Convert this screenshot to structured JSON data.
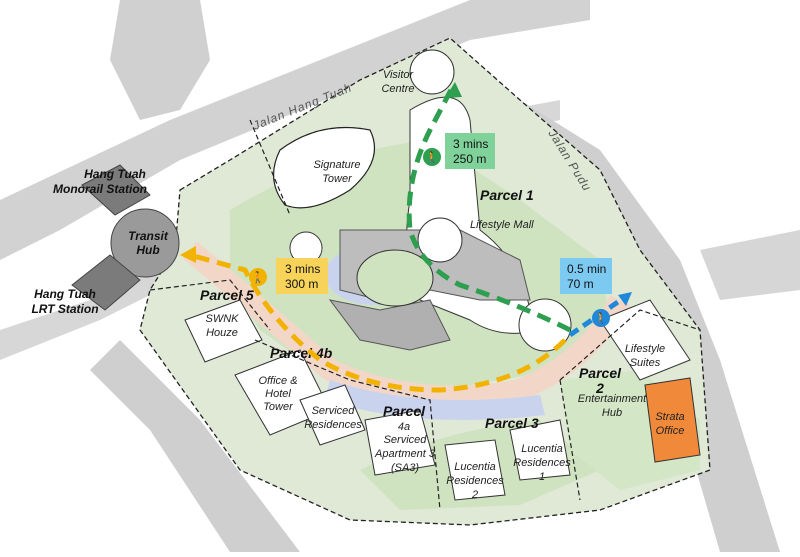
{
  "roads": {
    "jalan_hang_tuah": "Jalan Hang Tuah",
    "jalan_pudu": "Jalan Pudu"
  },
  "stations": {
    "monorail_line1": "Hang Tuah",
    "monorail_line2": "Monorail Station",
    "lrt_line1": "Hang Tuah",
    "lrt_line2": "LRT Station",
    "transit_hub_line1": "Transit",
    "transit_hub_line2": "Hub"
  },
  "parcels": {
    "p1": "Parcel 1",
    "p2_line1": "Parcel",
    "p2_line2": "2",
    "p3": "Parcel 3",
    "p4a_line1": "Parcel",
    "p4a_line2": "4a",
    "p4b": "Parcel 4b",
    "p5": "Parcel 5"
  },
  "buildings": {
    "visitor_centre_1": "Visitor",
    "visitor_centre_2": "Centre",
    "signature_tower_1": "Signature",
    "signature_tower_2": "Tower",
    "lifestyle_mall": "Lifestyle Mall",
    "lifestyle_suites_1": "Lifestyle",
    "lifestyle_suites_2": "Suites",
    "entertainment_hub_1": "Entertainment",
    "entertainment_hub_2": "Hub",
    "strata_office_1": "Strata",
    "strata_office_2": "Office",
    "swnk_houze_1": "SWNK",
    "swnk_houze_2": "Houze",
    "office_hotel_1": "Office &",
    "office_hotel_2": "Hotel",
    "office_hotel_3": "Tower",
    "serviced_res_1": "Serviced",
    "serviced_res_2": "Residences",
    "serviced_apt_1": "Serviced",
    "serviced_apt_2": "Apartment 3",
    "serviced_apt_3": "(SA3)",
    "lucentia2_1": "Lucentia",
    "lucentia2_2": "Residences",
    "lucentia2_3": "2",
    "lucentia1_1": "Lucentia",
    "lucentia1_2": "Residences",
    "lucentia1_3": "1"
  },
  "walks": {
    "green": {
      "time": "3 mins",
      "distance": "250 m",
      "color": "#2e9e4f",
      "bg": "#7fd39a"
    },
    "yellow": {
      "time": "3 mins",
      "distance": "300 m",
      "color": "#f2b200",
      "bg": "#f7d35a"
    },
    "blue": {
      "time": "0.5 min",
      "distance": "70 m",
      "color": "#1f88d8",
      "bg": "#7ccaf2"
    }
  },
  "colors": {
    "road": "#c8c8c8",
    "green_area": "#cfe5c2",
    "path": "#f2d7c9",
    "water": "#c9d3ee",
    "strata_office": "#f08a3a"
  },
  "icons": [
    "pedestrian-icon"
  ]
}
